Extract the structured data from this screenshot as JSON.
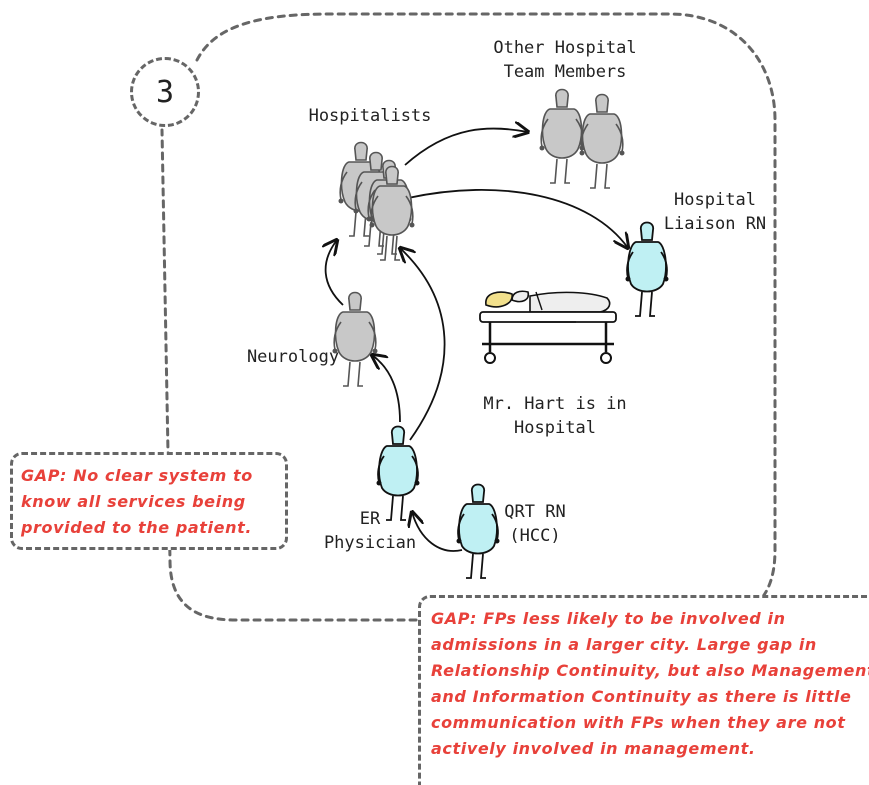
{
  "step_number": "3",
  "labels": {
    "other_hospital_team": [
      "Other Hospital",
      "Team Members"
    ],
    "hospitalists": "Hospitalists",
    "hospital_liaison": [
      "Hospital",
      "Liaison RN"
    ],
    "neurology": "Neurology",
    "patient_status": [
      "Mr. Hart is in",
      "Hospital"
    ],
    "er_physician": [
      "ER",
      "Physician"
    ],
    "qrt_rn": [
      "QRT RN",
      "(HCC)"
    ]
  },
  "gaps": {
    "left": [
      "GAP: No clear system to",
      "know all services being",
      "provided to the patient."
    ],
    "bottom": [
      "GAP: FPs less likely to be involved in",
      "admissions in a larger city. Large gap in",
      "Relationship Continuity, but also Management",
      "and Information Continuity as there is little",
      "communication with FPs when they are not",
      "actively involved in management."
    ]
  },
  "colors": {
    "gap_text": "#e8413a",
    "border": "#666666",
    "gray_figure": "#c8c8c8",
    "cyan_figure": "#bff0f3",
    "pillow": "#f2e08c"
  }
}
